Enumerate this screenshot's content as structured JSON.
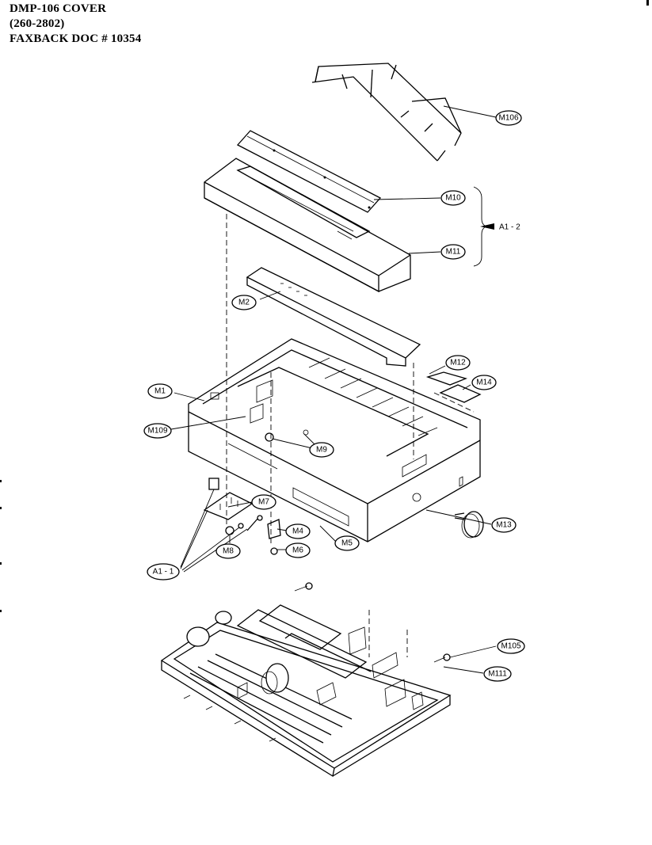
{
  "header": {
    "line1": "DMP-106  COVER",
    "line2": "(260-2802)",
    "line3": "FAXBACK DOC # 10354"
  },
  "callouts": {
    "m106": "M106",
    "m10": "M10",
    "m11": "M11",
    "a1_2": "A1 - 2",
    "m2": "M2",
    "m12": "M12",
    "m14": "M14",
    "m1": "M1",
    "m109": "M109",
    "m9": "M9",
    "m7": "M7",
    "m4": "M4",
    "m6": "M6",
    "m5": "M5",
    "m8": "M8",
    "m13": "M13",
    "a1_1": "A1 - 1",
    "m105": "M105",
    "m111": "M111"
  }
}
